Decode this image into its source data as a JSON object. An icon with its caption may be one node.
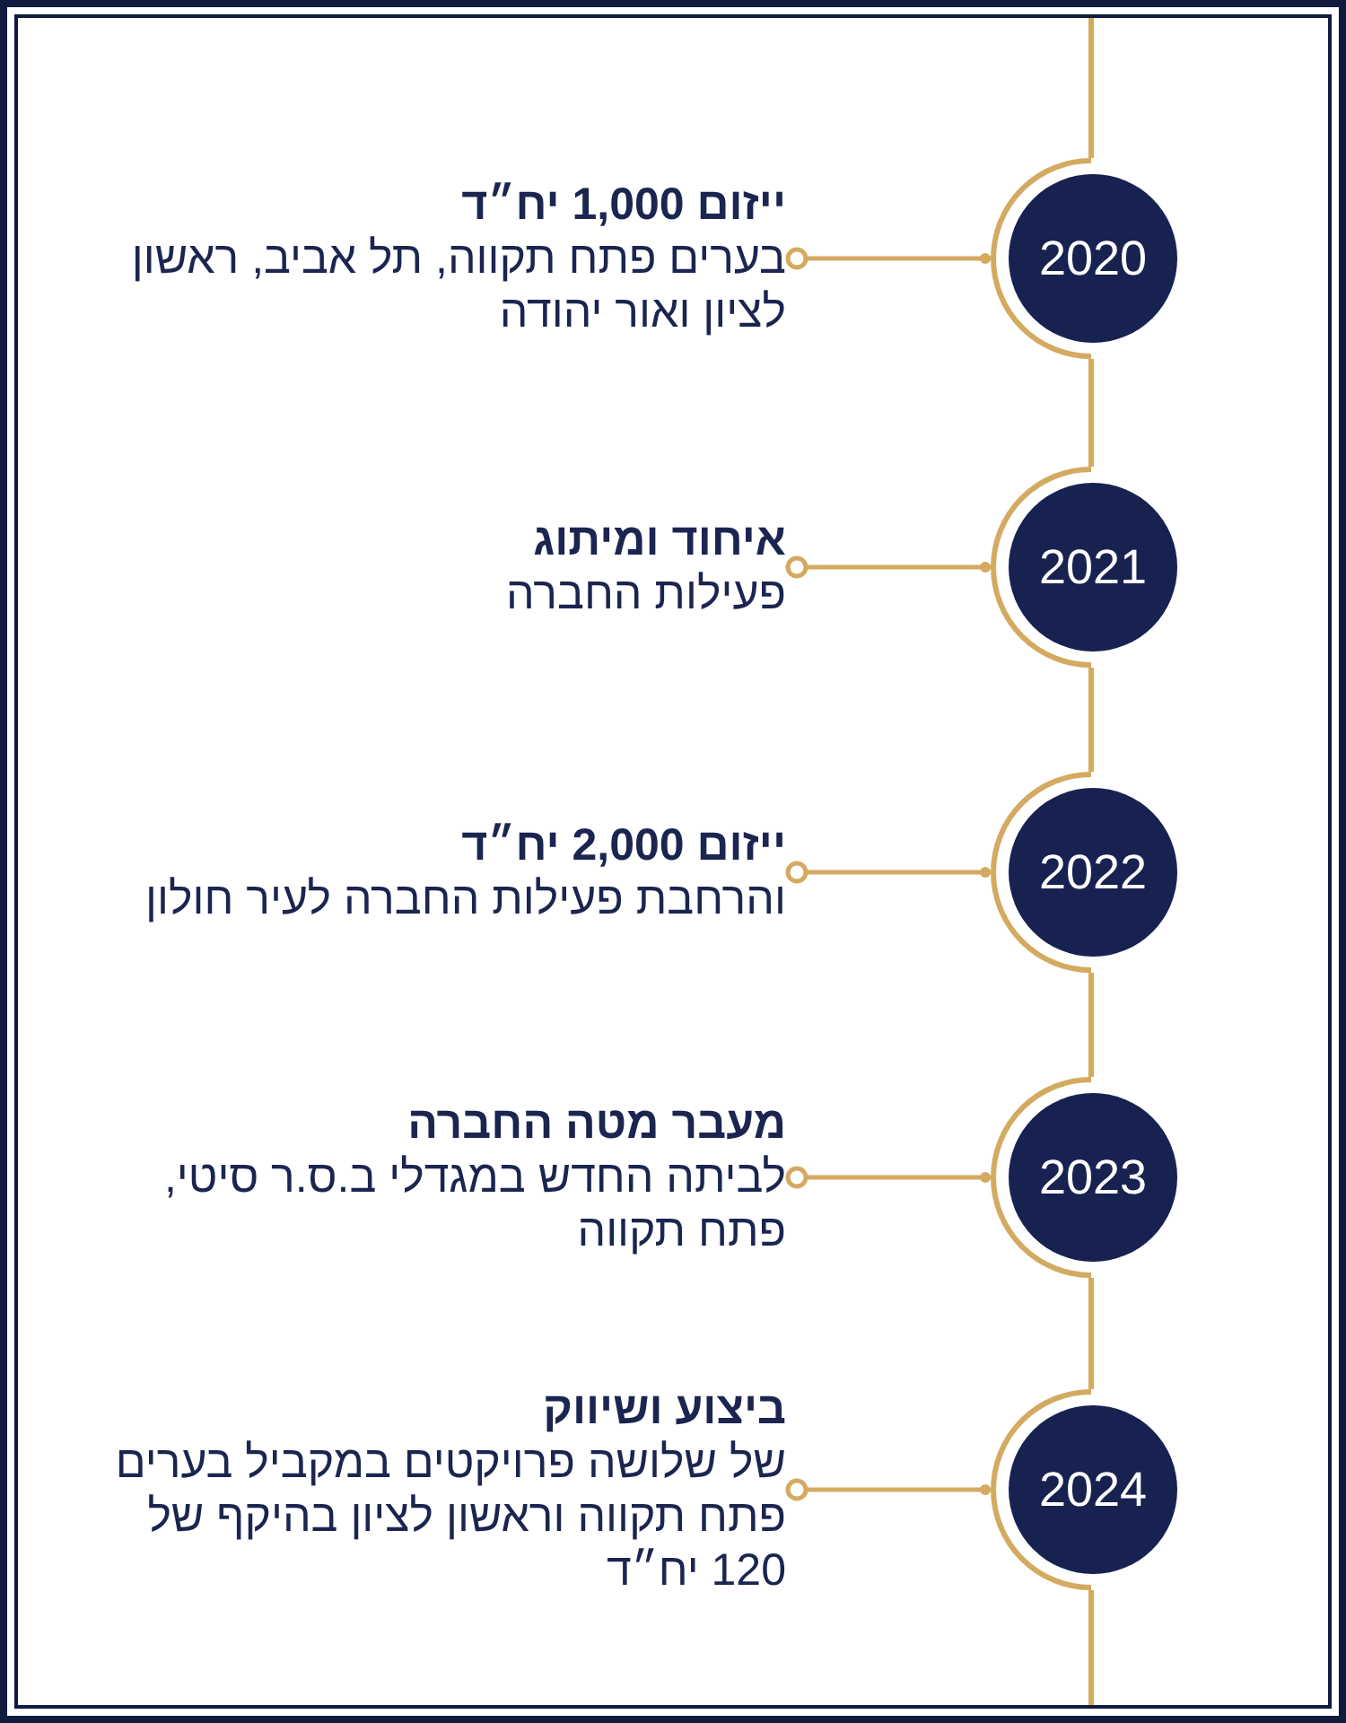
{
  "diagram": {
    "nodes": [
      {
        "text": [
          "2020"
        ]
      },
      {
        "text": [
          "ייזום 1,000 יח״ד",
          "בערים פתח תקווה, תל אביב, ראשון לציון ואור יהודה"
        ]
      },
      {
        "text": [
          "2021"
        ]
      },
      {
        "text": [
          "איחוד ומיתוג",
          "פעילות החברה"
        ]
      },
      {
        "text": [
          "2022"
        ]
      },
      {
        "text": [
          "ייזום 2,000 יח״ד",
          "והרחבת פעילות החברה לעיר חולון"
        ]
      },
      {
        "text": [
          "2023"
        ]
      },
      {
        "text": [
          "מעבר מטה החברה",
          "לביתה החדש במגדלי ב.ס.ר סיטי, פתח תקווה"
        ]
      },
      {
        "text": [
          "2024"
        ]
      },
      {
        "text": [
          "ביצוע ושיווק",
          "של שלושה פרויקטים במקביל בערים פתח תקווה וראשון לציון בהיקף של 120 יח״ד"
        ]
      }
    ],
    "edges": [
      {
        "from": null,
        "to": 0,
        "arrow": "none"
      },
      {
        "from": 0,
        "to": 1,
        "arrow": "other"
      },
      {
        "from": 0,
        "to": 2,
        "arrow": "none"
      },
      {
        "from": 2,
        "to": 3,
        "arrow": "other"
      },
      {
        "from": 2,
        "to": 4,
        "arrow": "none"
      },
      {
        "from": 4,
        "to": 5,
        "arrow": "other"
      },
      {
        "from": 4,
        "to": 6,
        "arrow": "none"
      },
      {
        "from": 6,
        "to": 7,
        "arrow": "other"
      },
      {
        "from": 6,
        "to": 8,
        "arrow": "none"
      },
      {
        "from": 8,
        "to": 9,
        "arrow": "other"
      },
      {
        "from": 8,
        "to": null,
        "arrow": "none"
      }
    ]
  }
}
